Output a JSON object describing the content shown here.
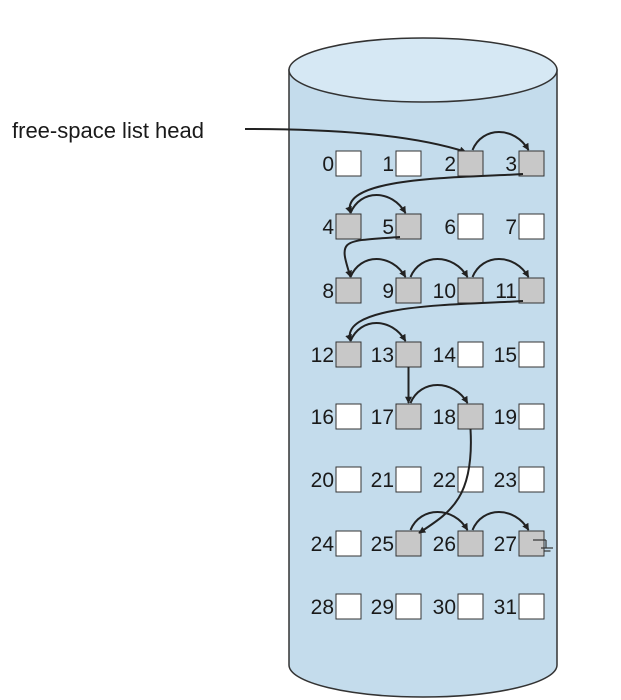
{
  "head_label": "free-space list head",
  "colors": {
    "cylinder_fill": "#c4dcec",
    "cylinder_top": "#d6e8f4",
    "cylinder_stroke": "#333333",
    "free_block": "#c8c8c8",
    "used_block": "#ffffff",
    "arrow": "#222222"
  },
  "blocks": [
    {
      "label": "0",
      "free": false
    },
    {
      "label": "1",
      "free": false
    },
    {
      "label": "2",
      "free": true
    },
    {
      "label": "3",
      "free": true
    },
    {
      "label": "4",
      "free": true
    },
    {
      "label": "5",
      "free": true
    },
    {
      "label": "6",
      "free": false
    },
    {
      "label": "7",
      "free": false
    },
    {
      "label": "8",
      "free": true
    },
    {
      "label": "9",
      "free": true
    },
    {
      "label": "10",
      "free": true
    },
    {
      "label": "11",
      "free": true
    },
    {
      "label": "12",
      "free": true
    },
    {
      "label": "13",
      "free": true
    },
    {
      "label": "14",
      "free": false
    },
    {
      "label": "15",
      "free": false
    },
    {
      "label": "16",
      "free": false
    },
    {
      "label": "17",
      "free": true
    },
    {
      "label": "18",
      "free": true
    },
    {
      "label": "19",
      "free": false
    },
    {
      "label": "20",
      "free": false
    },
    {
      "label": "21",
      "free": false
    },
    {
      "label": "22",
      "free": false
    },
    {
      "label": "23",
      "free": false
    },
    {
      "label": "24",
      "free": false
    },
    {
      "label": "25",
      "free": true
    },
    {
      "label": "26",
      "free": true
    },
    {
      "label": "27",
      "free": true
    },
    {
      "label": "28",
      "free": false
    },
    {
      "label": "29",
      "free": false
    },
    {
      "label": "30",
      "free": false
    },
    {
      "label": "31",
      "free": false
    }
  ],
  "links": [
    [
      2,
      3
    ],
    [
      3,
      4
    ],
    [
      4,
      5
    ],
    [
      5,
      8
    ],
    [
      8,
      9
    ],
    [
      9,
      10
    ],
    [
      10,
      11
    ],
    [
      11,
      12
    ],
    [
      12,
      13
    ],
    [
      13,
      17
    ],
    [
      17,
      18
    ],
    [
      18,
      25
    ],
    [
      25,
      26
    ],
    [
      26,
      27
    ]
  ],
  "head_points_to": 2,
  "list_end": 27
}
